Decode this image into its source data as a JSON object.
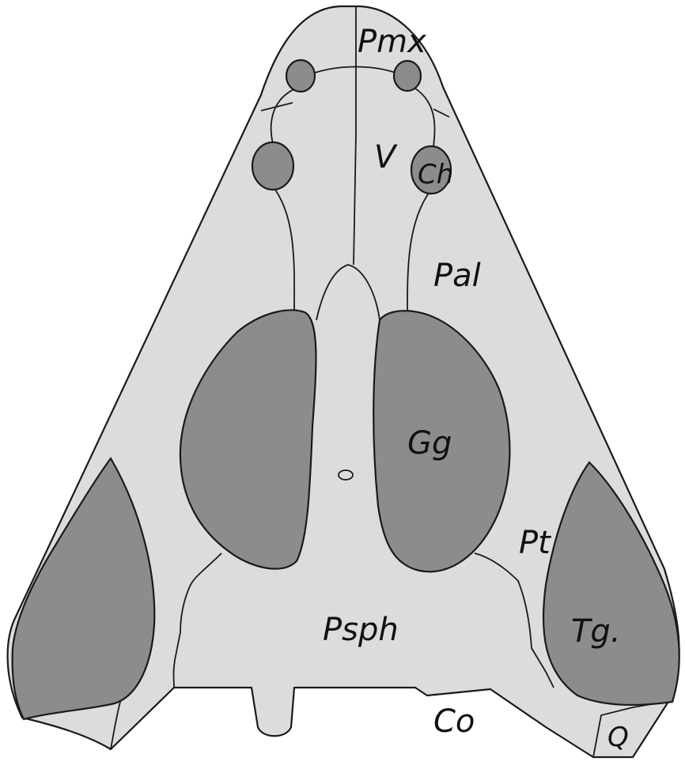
{
  "figure": {
    "colors": {
      "bone": "#dcdcdc",
      "opening": "#8c8c8c",
      "outline": "#1a1a1a",
      "background": "#ffffff"
    },
    "labels": {
      "pmx": "Pmx",
      "v": "V",
      "ch": "Ch",
      "pal": "Pal",
      "gg": "Gg",
      "pt": "Pt",
      "psph": "Psph",
      "tg": "Tg.",
      "co": "Co",
      "q": "Q"
    }
  }
}
